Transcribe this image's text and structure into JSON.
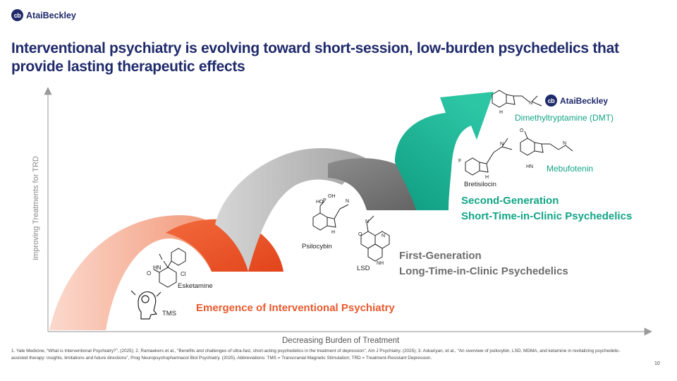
{
  "brand": {
    "logo_mark": "cb",
    "name": "AtaiBeckley"
  },
  "title": "Interventional psychiatry is evolving toward short-session, low-burden psychedelics that provide lasting therapeutic effects",
  "axes": {
    "y_label": "Improving Treatments for TRD",
    "x_label": "Decreasing Burden of Treatment"
  },
  "stages": {
    "emergence": "Emergence of Interventional Psychiatry",
    "first_gen_line1": "First-Generation",
    "first_gen_line2": "Long-Time-in-Clinic Psychedelics",
    "second_gen_line1": "Second-Generation",
    "second_gen_line2": "Short-Time-in-Clinic Psychedelics"
  },
  "compounds": {
    "tms": "TMS",
    "esketamine": "Esketamine",
    "psilocybin": "Psilocybin",
    "lsd": "LSD",
    "bretisilocin": "Bretisilocin",
    "mebufotenin": "Mebufotenin",
    "dmt": "Dimethyltryptamine (DMT)"
  },
  "atom_labels": {
    "hn": "HN",
    "o": "O",
    "cl": "Cl",
    "f": "F",
    "n": "N",
    "h": "H",
    "nh": "NH",
    "oh": "OH",
    "ho": "HO",
    "p": "P"
  },
  "footnote": "1. Yale Medicine, “What is Interventional Psychiatry?”, (2025); 2. Ramaekers et al., “Benefits and challenges of ultra-fast, short-acting psychedelics in the treatment of depression”, Am J Psychiatry. (2025); 3. Askariyan, et al., “An overview of psilocybin, LSD, MDMA, and ketamine in revitalizing psychedelic-assisted therapy: insights, limitations and future directions”, Prog Neuropsychopharmacol Biol Psychiatry. (2025). Abbreviations: TMS = Transcranial Magnetic Stimulation; TRD = Treatment-Resistant Depression.",
  "page_number": "10",
  "colors": {
    "navy": "#1f2a6b",
    "orange": "#ea5a2e",
    "teal": "#12b08f",
    "gray": "#6d6d6d"
  }
}
